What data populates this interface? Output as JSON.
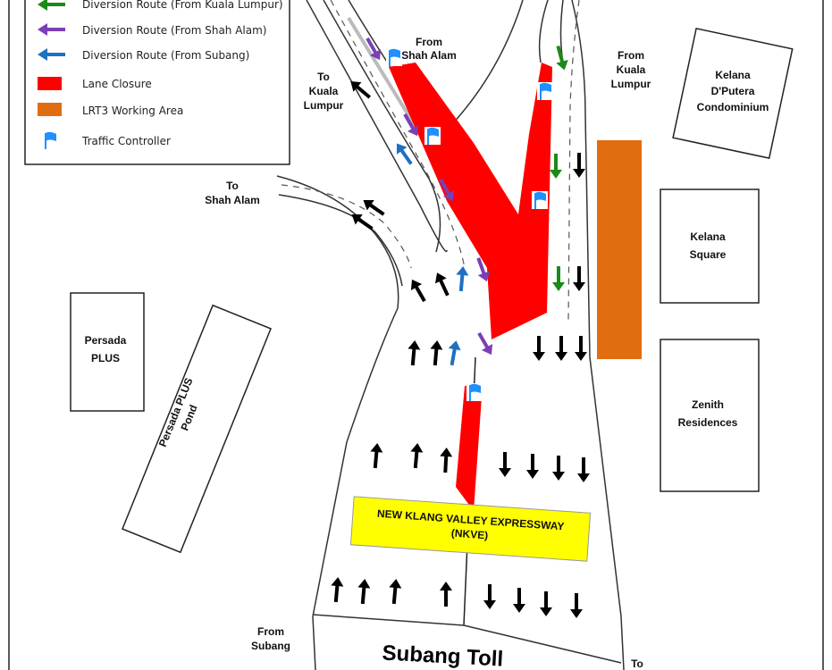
{
  "colors": {
    "green": "#1a8a1a",
    "purple": "#7b3fb5",
    "blue": "#1f6fc2",
    "red": "#ff0000",
    "orange": "#e06d10",
    "flag": "#1e90ff",
    "yellow": "#ffff00",
    "black": "#000000"
  },
  "legend": {
    "items": [
      {
        "label": "Diversion Route (From Kuala Lumpur)",
        "icon": "green-arrow-icon"
      },
      {
        "label": "Diversion Route (From Shah Alam)",
        "icon": "purple-arrow-icon"
      },
      {
        "label": "Diversion Route (From Subang)",
        "icon": "blue-arrow-icon"
      },
      {
        "label": "Lane Closure",
        "icon": "red-swatch"
      },
      {
        "label": "LRT3 Working Area",
        "icon": "orange-swatch"
      },
      {
        "label": "Traffic Controller",
        "icon": "flag-icon"
      }
    ]
  },
  "labels": {
    "from_shah_alam": [
      "From",
      "Shah Alam"
    ],
    "to_kuala_lumpur": [
      "To",
      "Kuala",
      "Lumpur"
    ],
    "from_kuala_lumpur": [
      "From",
      "Kuala",
      "Lumpur"
    ],
    "to_shah_alam": [
      "To",
      "Shah Alam"
    ],
    "from_subang": [
      "From",
      "Subang"
    ],
    "to": "To",
    "toll": "Subang Toll",
    "expressway": [
      "NEW KLANG VALLEY EXPRESSWAY",
      "(NKVE)"
    ]
  },
  "buildings": {
    "kelana_dputera": [
      "Kelana",
      "D'Putera",
      "Condominium"
    ],
    "kelana_square": [
      "Kelana",
      "Square"
    ],
    "zenith": [
      "Zenith",
      "Residences"
    ],
    "persada_plus": [
      "Persada",
      "PLUS"
    ],
    "persada_pond": [
      "Persada PLUS",
      "Pond"
    ]
  }
}
